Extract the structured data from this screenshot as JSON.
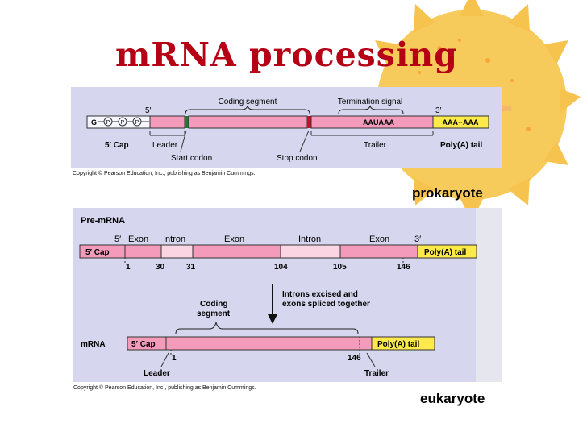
{
  "title": "mRNA processing",
  "prokaryote": {
    "end5": "5′",
    "end3": "3′",
    "g": "G",
    "p": "P",
    "coding_segment": "Coding segment",
    "termination_signal": "Termination signal",
    "aauaaa": "AAUAAA",
    "polya_seq": "AAA··AAA",
    "cap5": "5′ Cap",
    "leader": "Leader",
    "start_codon": "Start codon",
    "stop_codon": "Stop codon",
    "trailer": "Trailer",
    "polya_tail": "Poly(A) tail",
    "copyright": "Copyright © Pearson Education, Inc., publishing as Benjamin Cummings.",
    "label": "prokaryote"
  },
  "eukaryote": {
    "pre_mrna": "Pre-mRNA",
    "end5": "5′",
    "end3": "3′",
    "exon": "Exon",
    "intron": "Intron",
    "cap5": "5′ Cap",
    "polya_tail": "Poly(A) tail",
    "positions": [
      "1",
      "30",
      "31",
      "104",
      "105",
      "146"
    ],
    "coding_segment_line1": "Coding",
    "coding_segment_line2": "segment",
    "excised_line1": "Introns excised and",
    "excised_line2": "exons spliced together",
    "mrna": "mRNA",
    "mrna_pos1": "1",
    "mrna_pos146": "146",
    "leader": "Leader",
    "trailer": "Trailer",
    "copyright": "Copyright © Pearson Education, Inc., publishing as Benjamin Cummings.",
    "label": "eukaryote"
  },
  "colors": {
    "title": "#b50016",
    "panel": "#d6d7ee",
    "rna": "#f49bbb",
    "rna_light": "#fbd5e2",
    "tail": "#fce94a",
    "start": "#1f7a3a",
    "stop": "#c8102e",
    "sun": "#f6bd3c"
  }
}
